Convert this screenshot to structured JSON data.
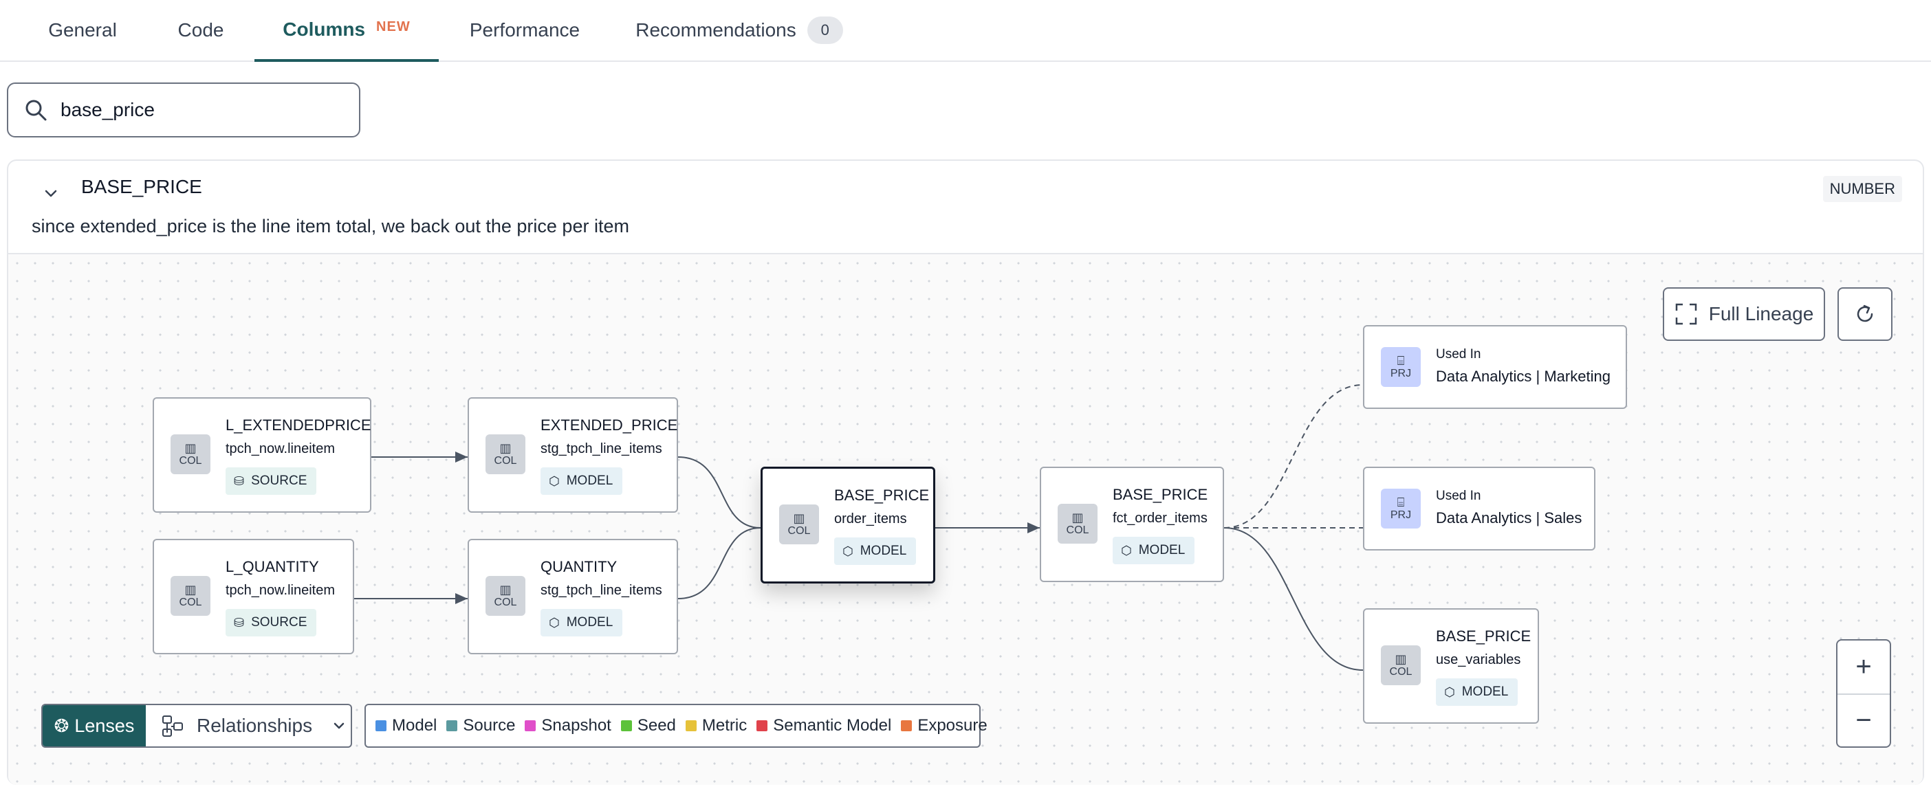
{
  "tabs": [
    {
      "label": "General"
    },
    {
      "label": "Code"
    },
    {
      "label": "Columns",
      "badge": "NEW"
    },
    {
      "label": "Performance"
    },
    {
      "label": "Recommendations",
      "count": "0"
    }
  ],
  "search": {
    "value": "base_price",
    "icon": "search-icon"
  },
  "column": {
    "name": "BASE_PRICE",
    "type": "NUMBER",
    "description": "since extended_price is the line item total, we back out the price per item"
  },
  "lineage": {
    "nodes": [
      {
        "badge": "COL",
        "title": "L_EXTENDEDPRICE",
        "subtitle": "tpch_now.lineitem",
        "type": "SOURCE"
      },
      {
        "badge": "COL",
        "title": "L_QUANTITY",
        "subtitle": "tpch_now.lineitem",
        "type": "SOURCE"
      },
      {
        "badge": "COL",
        "title": "EXTENDED_PRICE",
        "subtitle": "stg_tpch_line_items",
        "type": "MODEL"
      },
      {
        "badge": "COL",
        "title": "QUANTITY",
        "subtitle": "stg_tpch_line_items",
        "type": "MODEL"
      },
      {
        "badge": "COL",
        "title": "BASE_PRICE",
        "subtitle": "order_items",
        "type": "MODEL"
      },
      {
        "badge": "COL",
        "title": "BASE_PRICE",
        "subtitle": "fct_order_items",
        "type": "MODEL"
      },
      {
        "badge": "PRJ",
        "small": "Used In",
        "title": "Data Analytics | Marketing"
      },
      {
        "badge": "PRJ",
        "small": "Used In",
        "title": "Data Analytics | Sales"
      },
      {
        "badge": "COL",
        "title": "BASE_PRICE",
        "subtitle": "use_variables",
        "type": "MODEL"
      }
    ]
  },
  "controls": {
    "full_lineage": "Full Lineage",
    "zoom_in": "+",
    "zoom_out": "−",
    "lenses": "Lenses",
    "relationships": "Relationships"
  },
  "legend": [
    {
      "label": "Model",
      "color": "#4a90e2"
    },
    {
      "label": "Source",
      "color": "#5b9a9f"
    },
    {
      "label": "Snapshot",
      "color": "#e04fc9"
    },
    {
      "label": "Seed",
      "color": "#5cc23a"
    },
    {
      "label": "Metric",
      "color": "#e6c23a"
    },
    {
      "label": "Semantic Model",
      "color": "#e0424b"
    },
    {
      "label": "Exposure",
      "color": "#e8763f"
    }
  ]
}
